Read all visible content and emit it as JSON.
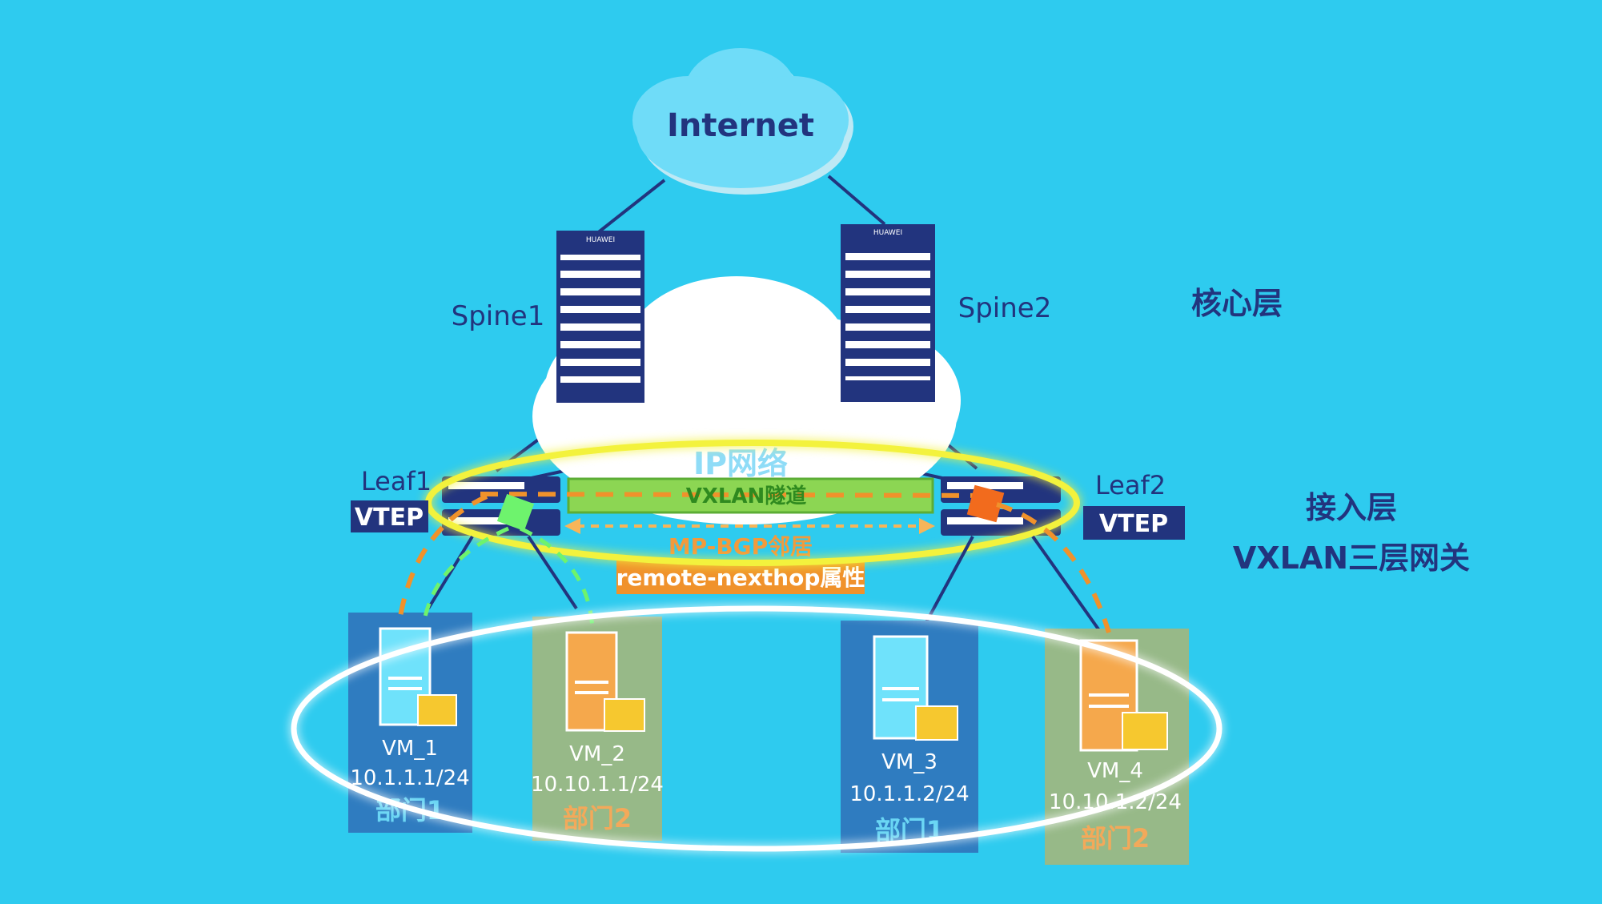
{
  "internet": "Internet",
  "spines": [
    "Spine1",
    "Spine2"
  ],
  "brand": "HUAWEI",
  "core_label": "核心层",
  "ip_net": "IP网络",
  "tunnel": "VXLAN隧道",
  "bgp": "MP-BGP邻居",
  "nexthop": "remote-nexthop属性",
  "leaves": [
    {
      "name": "Leaf1",
      "role": "VTEP"
    },
    {
      "name": "Leaf2",
      "role": "VTEP"
    }
  ],
  "access_label": "接入层",
  "gw_label": "VXLAN三层网关",
  "vms": [
    {
      "name": "VM_1",
      "ip": "10.1.1.1/24",
      "dept": "部门1"
    },
    {
      "name": "VM_2",
      "ip": "10.10.1.1/24",
      "dept": "部门2"
    },
    {
      "name": "VM_3",
      "ip": "10.1.1.2/24",
      "dept": "部门1"
    },
    {
      "name": "VM_4",
      "ip": "10.10.1.2/24",
      "dept": "部门2"
    }
  ],
  "colors": {
    "background": "#2ecbef",
    "navy": "#22347e",
    "yellow_ring": "#f3f23c",
    "tunnel_green": "#8cd653",
    "orange": "#f0922b",
    "dept1_panel": "#2f7cc0",
    "dept2_panel": "#97b988",
    "dept1_text": "#6ad6f4",
    "dept2_text": "#f3a95a"
  }
}
